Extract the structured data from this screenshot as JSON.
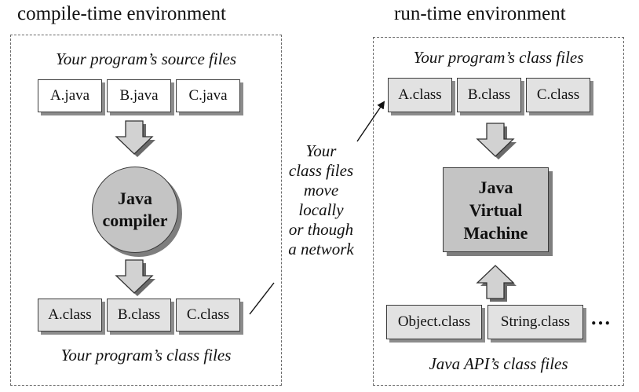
{
  "compile_env": {
    "title": "compile-time environment",
    "source_caption": "Your program’s source files",
    "source_files": [
      "A.java",
      "B.java",
      "C.java"
    ],
    "compiler_line1": "Java",
    "compiler_line2": "compiler",
    "class_files": [
      "A.class",
      "B.class",
      "C.class"
    ],
    "class_caption": "Your program’s class files"
  },
  "transfer_note": {
    "lines": [
      "Your",
      "class files",
      "move",
      "locally",
      "or though",
      "a network"
    ]
  },
  "run_env": {
    "title": "run-time environment",
    "class_caption": "Your program’s class files",
    "class_files": [
      "A.class",
      "B.class",
      "C.class"
    ],
    "jvm_line1": "Java",
    "jvm_line2": "Virtual",
    "jvm_line3": "Machine",
    "api_files": [
      "Object.class",
      "String.class"
    ],
    "ellipsis": "…",
    "api_caption": "Java API’s class files"
  },
  "colors": {
    "class_file_fill": "#e2e2e2",
    "source_file_fill": "#ffffff",
    "component_fill": "#c4c4c4",
    "shadow": "#8c8c8c",
    "dashed_border": "#6a6a6a"
  }
}
